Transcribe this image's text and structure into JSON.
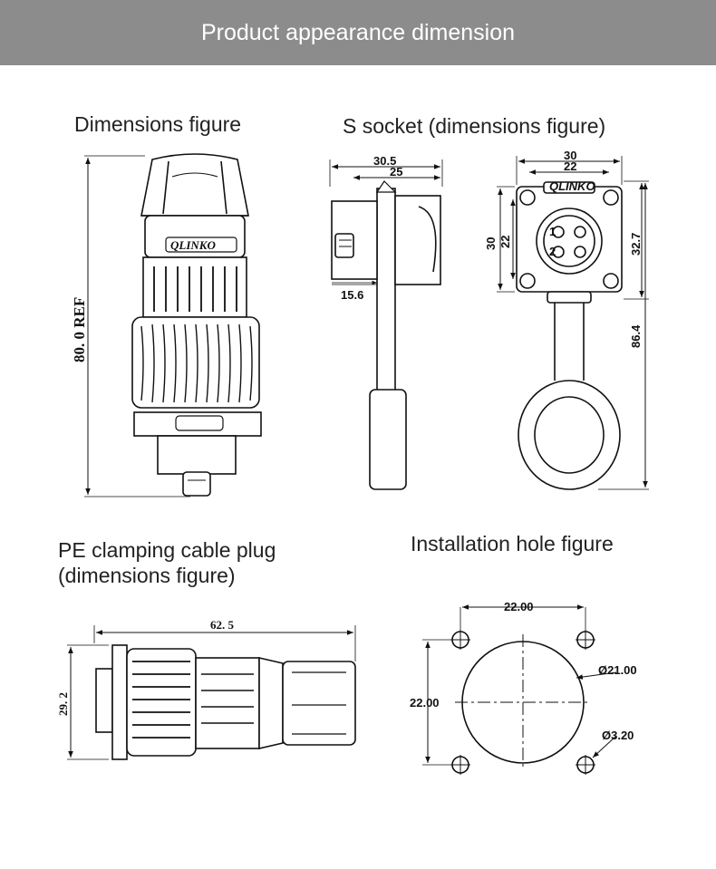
{
  "header": {
    "title": "Product appearance dimension"
  },
  "panels": {
    "dimensions_figure": {
      "title": "Dimensions figure",
      "brand_marking": "QLINKO",
      "overall_length_label": "80. 0 REF"
    },
    "s_socket": {
      "title": "S socket (dimensions figure)",
      "side_view": {
        "total_width": "30.5",
        "body_width": "25",
        "mount_depth": "15.6"
      },
      "front_view": {
        "flange_width": "30",
        "hole_spacing_h": "22",
        "flange_height": "30",
        "hole_spacing_v": "22",
        "height_to_cap": "32.7",
        "total_height": "86.4",
        "pin_labels": [
          "1",
          "2"
        ],
        "brand_marking": "QLINKO"
      }
    },
    "pe_plug": {
      "title_line1": "PE clamping cable plug",
      "title_line2": "(dimensions figure)",
      "length": "62. 5",
      "diameter": "29. 2"
    },
    "installation_hole": {
      "title": "Installation hole figure",
      "horizontal_spacing": "22.00",
      "vertical_spacing": "22.00",
      "hole_diameter": "Ø21.00",
      "screw_hole_diameter": "Ø3.20"
    }
  }
}
